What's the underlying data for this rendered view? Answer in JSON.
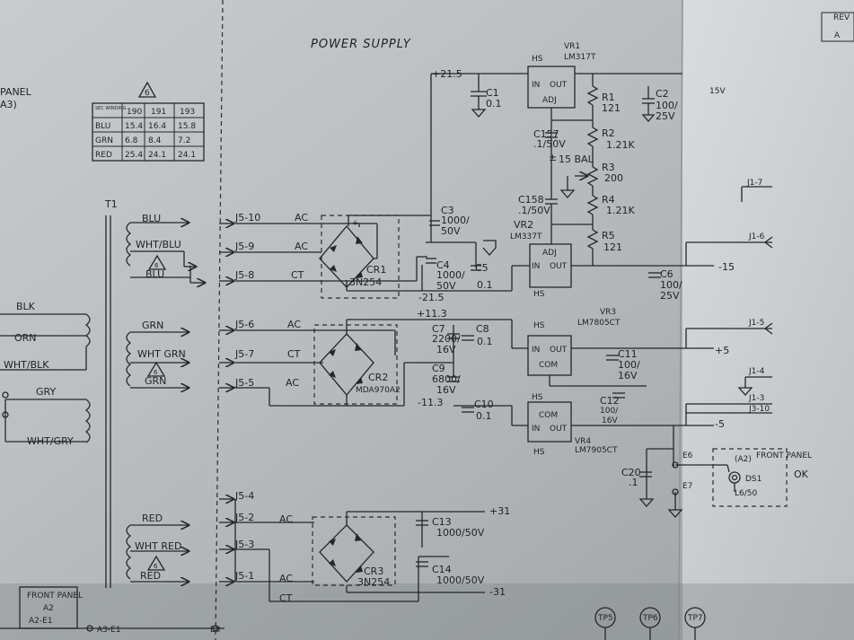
{
  "title": "POWER SUPPLY",
  "left_panel": {
    "header": "PANEL",
    "subheader": "A3)"
  },
  "warning_marks": [
    "6",
    "6",
    "6",
    "6"
  ],
  "table": {
    "header": [
      "SEC WINDING",
      "190",
      "191",
      "193"
    ],
    "rows": [
      [
        "BLU",
        "15.4",
        "16.4",
        "15.8"
      ],
      [
        "GRN",
        "6.8",
        "8.4",
        "7.2"
      ],
      [
        "RED",
        "25.4",
        "24.1",
        "24.1"
      ]
    ]
  },
  "transformer": {
    "name": "T1",
    "primary": [
      "BLK",
      "ORN",
      "WHT/BLK",
      "GRY",
      "WHT/GRY"
    ],
    "secondary_blu": [
      "BLU",
      "WHT/BLU",
      "BLU"
    ],
    "secondary_grn": [
      "GRN",
      "WHT GRN",
      "GRN"
    ],
    "secondary_red": [
      "RED",
      "WHT RED",
      "RED"
    ]
  },
  "connector_pins": [
    "J5-10",
    "J5-9",
    "J5-8",
    "J5-6",
    "J5-7",
    "J5-5",
    "J5-4",
    "J5-2",
    "J5-3",
    "J5-1"
  ],
  "pin_signals": [
    "AC",
    "AC",
    "CT",
    "AC",
    "CT",
    "AC",
    "AC",
    "AC",
    "CT"
  ],
  "rails": [
    "+21.5",
    "-21.5",
    "+11.3",
    "-11.3",
    "+31",
    "-31",
    "-15",
    "+5",
    "-5"
  ],
  "rectifiers": [
    {
      "ref": "CR1",
      "part": "3N254"
    },
    {
      "ref": "CR2",
      "part": "MDA970A2"
    },
    {
      "ref": "CR3",
      "part": "3N254"
    }
  ],
  "capacitors": [
    {
      "ref": "C1",
      "value": "0.1"
    },
    {
      "ref": "C2",
      "value": "100/",
      "value2": "25V"
    },
    {
      "ref": "C3",
      "value": "1000/",
      "value2": "50V"
    },
    {
      "ref": "C4",
      "value": "1000/",
      "value2": "50V"
    },
    {
      "ref": "C5",
      "value": "0.1"
    },
    {
      "ref": "C6",
      "value": "100/",
      "value2": "25V"
    },
    {
      "ref": "C7",
      "value": "2200/",
      "value2": "16V"
    },
    {
      "ref": "C8",
      "value": "0.1"
    },
    {
      "ref": "C9",
      "value": "6800/",
      "value2": "16V"
    },
    {
      "ref": "C10",
      "value": "0.1"
    },
    {
      "ref": "C11",
      "value": "100/",
      "value2": "16V"
    },
    {
      "ref": "C12",
      "value": "100/",
      "value2": "16V"
    },
    {
      "ref": "C13",
      "value": "1000/50V"
    },
    {
      "ref": "C14",
      "value": "1000/50V"
    },
    {
      "ref": "C20",
      "value": ".1"
    },
    {
      "ref": "C157",
      "value": ".1/50V"
    },
    {
      "ref": "C158",
      "value": ".1/50V"
    }
  ],
  "resistors": [
    {
      "ref": "R1",
      "value": "121"
    },
    {
      "ref": "R2",
      "value": "1.21K"
    },
    {
      "ref": "R3",
      "value": "200"
    },
    {
      "ref": "R4",
      "value": "1.21K"
    },
    {
      "ref": "R5",
      "value": "121"
    }
  ],
  "balance_label": "15 BAL",
  "regulators": [
    {
      "ref": "VR1",
      "part": "LM317T",
      "pins": [
        "IN",
        "OUT",
        "ADJ"
      ],
      "heatsink": "HS"
    },
    {
      "ref": "VR2",
      "part": "LM337T",
      "pins": [
        "ADJ",
        "IN",
        "OUT"
      ],
      "heatsink": "HS"
    },
    {
      "ref": "VR3",
      "part": "LM7805CT",
      "pins": [
        "IN",
        "OUT",
        "COM"
      ],
      "heatsink": "HS"
    },
    {
      "ref": "VR4",
      "part": "LM7905CT",
      "pins": [
        "COM",
        "IN",
        "OUT"
      ],
      "heatsink": "HS"
    }
  ],
  "right_connectors": [
    "J1-7",
    "J1-6",
    "J1-5",
    "J1-4",
    "J1-3",
    "J3-10",
    "15V"
  ],
  "test_points": [
    "E6",
    "E7",
    "E8"
  ],
  "front_panel": {
    "ref": "(A2)",
    "label": "FRONT PANEL",
    "led": "DS1",
    "lamp": "L6/50",
    "mark": "OK"
  },
  "front_panel_left": {
    "label": "FRONT PANEL",
    "ref": "A2",
    "pin": "A2-E1",
    "pin2": "A3-E1"
  },
  "tp_labels": [
    "TP5",
    "TP6",
    "TP7"
  ],
  "corner": {
    "rev": "REV",
    "letter": "A"
  }
}
